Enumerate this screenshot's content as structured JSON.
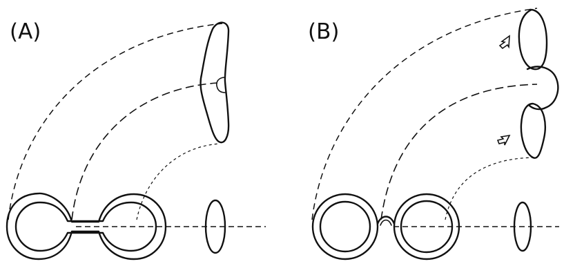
{
  "panels": [
    {
      "id": "A",
      "label": "(A)"
    },
    {
      "id": "B",
      "label": "(B)"
    }
  ],
  "colors": {
    "ink": "#111111",
    "background": "#ffffff"
  }
}
